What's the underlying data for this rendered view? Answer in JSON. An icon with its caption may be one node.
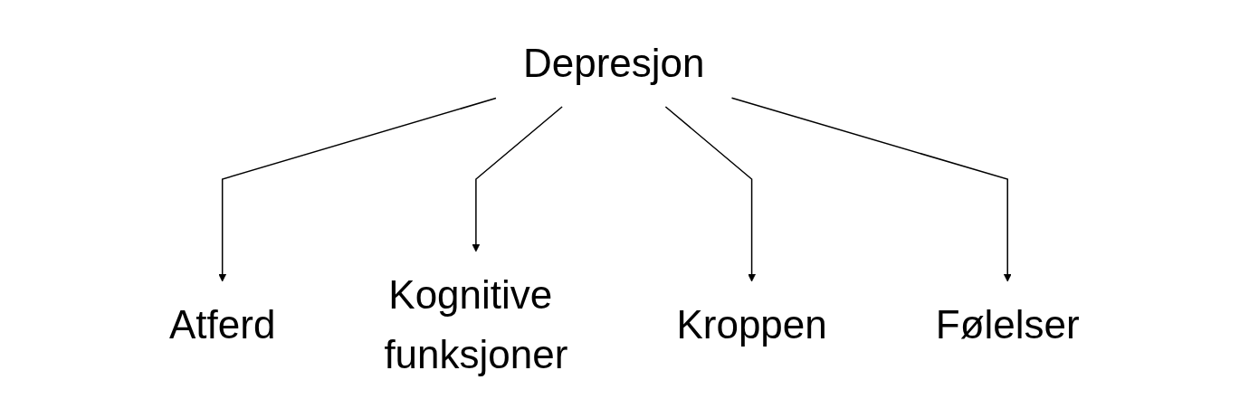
{
  "diagram": {
    "nodes": [
      {
        "text": [
          "Depresjon"
        ]
      },
      {
        "text": [
          "Atferd"
        ]
      },
      {
        "text": [
          "Følelser"
        ]
      },
      {
        "text": [
          "Kognitive funksjoner"
        ]
      },
      {
        "text": [
          "Kroppen"
        ]
      }
    ],
    "edges": [
      {
        "from": 0,
        "to": 1,
        "arrow": "to"
      },
      {
        "from": 0,
        "to": 3,
        "arrow": "to"
      },
      {
        "from": 0,
        "to": 4,
        "arrow": "to"
      },
      {
        "from": 0,
        "to": 2,
        "arrow": "to"
      }
    ]
  }
}
